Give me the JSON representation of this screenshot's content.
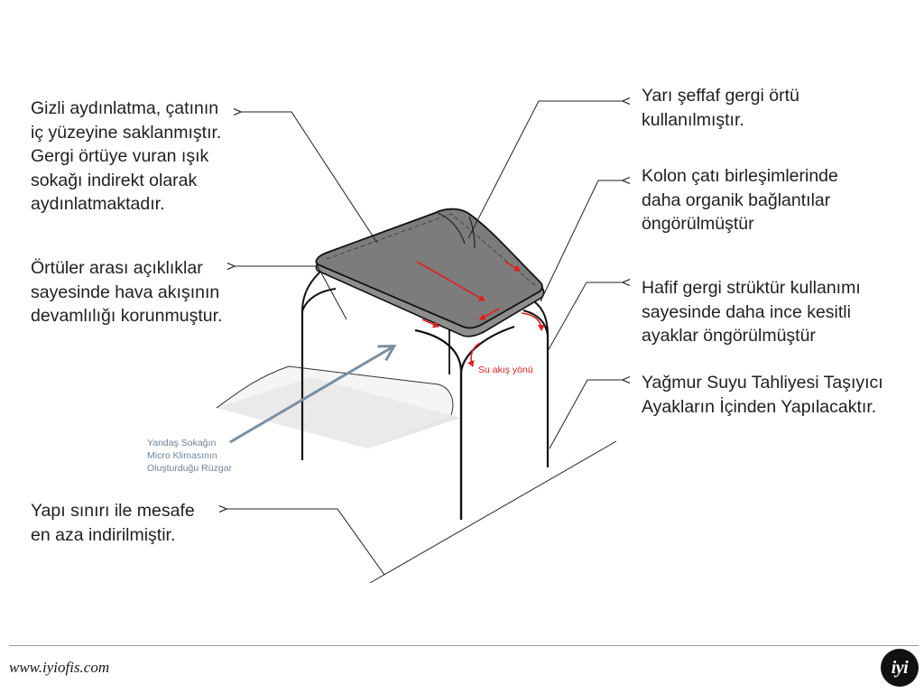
{
  "annotations": {
    "lighting": "Gizli aydınlatma, çatının\niç yüzeyine saklanmıştır.\nGergi örtüye vuran ışık\nsokağı indirekt olarak\naydınlatmaktadır.",
    "ventilation": "Örtüler arası açıklıklar\nsayesinde hava akışının\ndevamlılığı korunmuştur.",
    "boundary": "Yapı sınırı ile mesafe\nen aza indirilmiştir.",
    "cover": "Yarı şeffaf gergi örtü\nkullanılmıştır.",
    "joints": "Kolon çatı birleşimlerinde\ndaha organik bağlantılar\nöngörülmüştür",
    "light_structure": "Hafif gergi strüktür kullanımı\nsayesinde daha ince kesitli\nayaklar öngörülmüştür",
    "rainwater": "Yağmur Suyu Tahliyesi Taşıyıcı\nAyakların İçinden Yapılacaktır."
  },
  "wind_label": "Yandaş Sokağın\nMicro Klimasının\nOluşturduğu Rüzgar",
  "water_flow_label": "Su akış yönü",
  "footer": {
    "website": "www.iyiofis.com",
    "logo_text": "iyi"
  },
  "colors": {
    "canopy_fill": "#7c7c7c",
    "canopy_rim": "#8e8e8e",
    "wind_arrow": "#7a8fa0",
    "water_arrow": "#e02020",
    "ground_plane": "#e6e6e6"
  }
}
